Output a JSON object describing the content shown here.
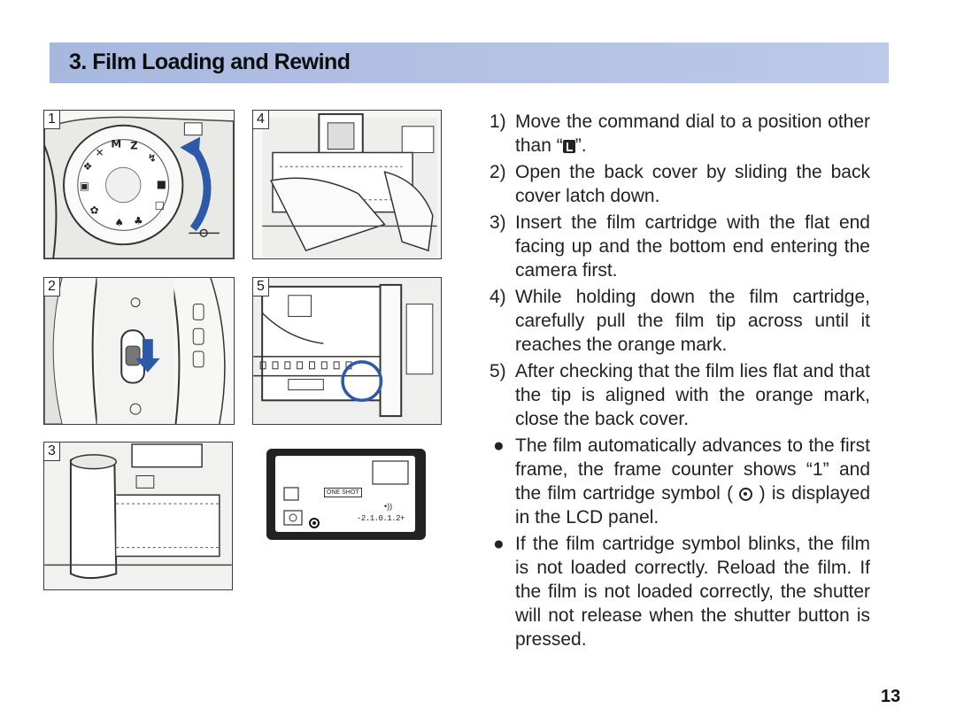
{
  "header": {
    "title": "3. Film Loading and Rewind"
  },
  "figures": [
    {
      "number": "1"
    },
    {
      "number": "4"
    },
    {
      "number": "2"
    },
    {
      "number": "5"
    },
    {
      "number": "3"
    }
  ],
  "lcd_panel": {
    "mode_label": "ONE SHOT",
    "scale": "-2.1.0.1.2+"
  },
  "steps": [
    {
      "num": "1)",
      "pre": "Move the command dial to a position other than “",
      "icon": "lock-mode-icon",
      "post": "”."
    },
    {
      "num": "2)",
      "text": "Open the back cover by sliding the back cover latch down."
    },
    {
      "num": "3)",
      "text": "Insert the film cartridge with the flat end facing up and the bottom end entering the camera first."
    },
    {
      "num": "4)",
      "text": "While holding down the film cartridge, carefully pull the film tip across until it reaches the orange mark."
    },
    {
      "num": "5)",
      "text": "After checking that the film lies flat and that the tip is aligned with the orange mark, close the back cover."
    }
  ],
  "notes": [
    {
      "pre": "The film automatically advances to the first frame, the frame counter shows “1” and the film cartridge symbol (",
      "icon": "film-cartridge-icon",
      "post": ") is displayed in the LCD panel."
    },
    {
      "text": "If the film cartridge symbol blinks, the film is not loaded correctly. Reload the film. If the film is not loaded correctly, the shutter will not release when the shutter button is pressed."
    }
  ],
  "page_number": "13"
}
